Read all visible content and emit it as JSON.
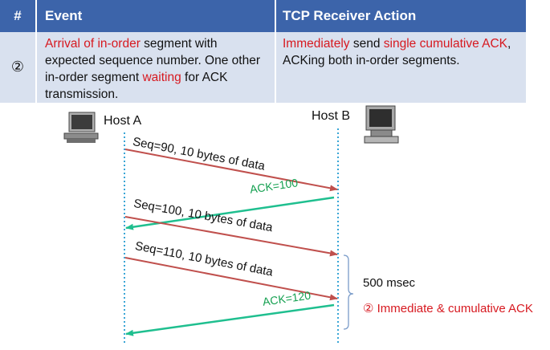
{
  "table": {
    "headers": [
      "#",
      "Event",
      "TCP Receiver Action"
    ],
    "row": {
      "num": "②",
      "event": {
        "p1": "Arrival of in-order",
        "p2": " segment with",
        "line2": "expected sequence number.  One other",
        "line3a": "in-order segment ",
        "line3b": "waiting",
        "line3c": " for ACK",
        "line4": "transmission."
      },
      "action": {
        "p1": "Immediately",
        "p2": " send ",
        "p3": "single cumulative ACK",
        "p4": ",",
        "line2": "ACKing both in-order segments."
      }
    }
  },
  "diagram": {
    "host_a": "Host A",
    "host_b": "Host B",
    "seg1": "Seq=90, 10 bytes of data",
    "ack1": "ACK=100",
    "seg2": "Seq=100, 10 bytes of data",
    "seg3": "Seq=110, 10 bytes of data",
    "ack2": "ACK=120",
    "timer": "500 msec",
    "note_num": "②",
    "note_text": " Immediate & cumulative ACK",
    "colors": {
      "segment": "#c0504d",
      "ack": "#1fbf8f",
      "timeline": "#3aa6d6",
      "header": "#3c64aa",
      "cell": "#d9e1ef",
      "highlight": "#d71920"
    }
  }
}
